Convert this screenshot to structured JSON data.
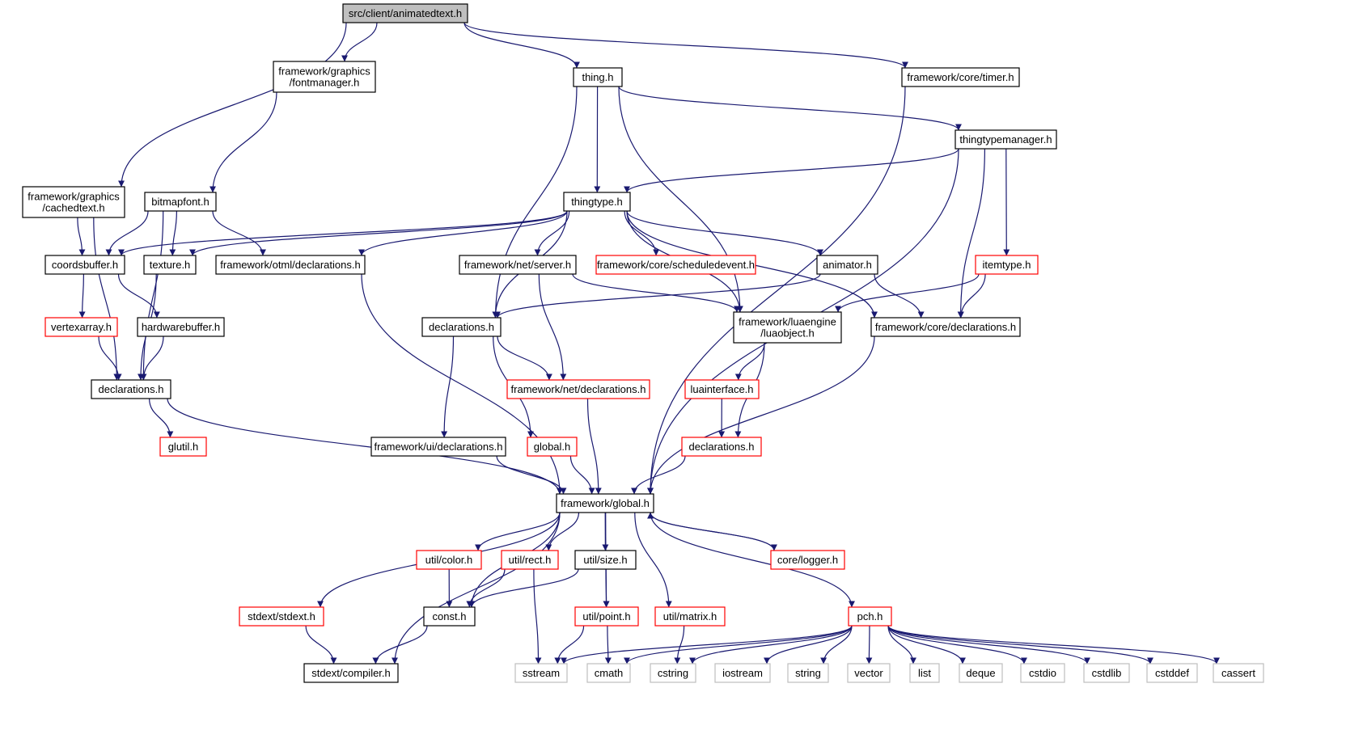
{
  "colors": {
    "edge": "#191970",
    "border_normal": "#000000",
    "border_truncated": "#ff0000",
    "border_external": "#bfbfbf",
    "fill_root": "#bfbfbf",
    "fill_normal": "#ffffff"
  },
  "nodes": {
    "animatedtext": {
      "lines": [
        "src/client/animatedtext.h"
      ],
      "kind": "root"
    },
    "fontmanager": {
      "lines": [
        "framework/graphics",
        "/fontmanager.h"
      ],
      "kind": "normal"
    },
    "thing": {
      "lines": [
        "thing.h"
      ],
      "kind": "normal"
    },
    "timer": {
      "lines": [
        "framework/core/timer.h"
      ],
      "kind": "normal"
    },
    "thingtypemanager": {
      "lines": [
        "thingtypemanager.h"
      ],
      "kind": "normal"
    },
    "cachedtext": {
      "lines": [
        "framework/graphics",
        "/cachedtext.h"
      ],
      "kind": "normal"
    },
    "bitmapfont": {
      "lines": [
        "bitmapfont.h"
      ],
      "kind": "normal"
    },
    "thingtype": {
      "lines": [
        "thingtype.h"
      ],
      "kind": "normal"
    },
    "coordsbuffer": {
      "lines": [
        "coordsbuffer.h"
      ],
      "kind": "normal"
    },
    "texture": {
      "lines": [
        "texture.h"
      ],
      "kind": "normal"
    },
    "otml_decl": {
      "lines": [
        "framework/otml/declarations.h"
      ],
      "kind": "normal"
    },
    "net_server": {
      "lines": [
        "framework/net/server.h"
      ],
      "kind": "normal"
    },
    "scheduledevent": {
      "lines": [
        "framework/core/scheduledevent.h"
      ],
      "kind": "truncated"
    },
    "animator": {
      "lines": [
        "animator.h"
      ],
      "kind": "normal"
    },
    "itemtype": {
      "lines": [
        "itemtype.h"
      ],
      "kind": "truncated"
    },
    "vertexarray": {
      "lines": [
        "vertexarray.h"
      ],
      "kind": "truncated"
    },
    "hardwarebuffer": {
      "lines": [
        "hardwarebuffer.h"
      ],
      "kind": "normal"
    },
    "decl_client": {
      "lines": [
        "declarations.h"
      ],
      "kind": "normal"
    },
    "luaobject": {
      "lines": [
        "framework/luaengine",
        "/luaobject.h"
      ],
      "kind": "normal"
    },
    "core_decl": {
      "lines": [
        "framework/core/declarations.h"
      ],
      "kind": "normal"
    },
    "decl_graphics": {
      "lines": [
        "declarations.h"
      ],
      "kind": "normal"
    },
    "net_decl": {
      "lines": [
        "framework/net/declarations.h"
      ],
      "kind": "truncated"
    },
    "luainterface": {
      "lines": [
        "luainterface.h"
      ],
      "kind": "truncated"
    },
    "glutil": {
      "lines": [
        "glutil.h"
      ],
      "kind": "truncated"
    },
    "ui_decl": {
      "lines": [
        "framework/ui/declarations.h"
      ],
      "kind": "normal"
    },
    "global_h": {
      "lines": [
        "global.h"
      ],
      "kind": "truncated"
    },
    "decl_lua": {
      "lines": [
        "declarations.h"
      ],
      "kind": "truncated"
    },
    "fw_global": {
      "lines": [
        "framework/global.h"
      ],
      "kind": "normal"
    },
    "color": {
      "lines": [
        "util/color.h"
      ],
      "kind": "truncated"
    },
    "rect": {
      "lines": [
        "util/rect.h"
      ],
      "kind": "truncated"
    },
    "size": {
      "lines": [
        "util/size.h"
      ],
      "kind": "normal"
    },
    "logger": {
      "lines": [
        "core/logger.h"
      ],
      "kind": "truncated"
    },
    "stdext": {
      "lines": [
        "stdext/stdext.h"
      ],
      "kind": "truncated"
    },
    "const_h": {
      "lines": [
        "const.h"
      ],
      "kind": "normal"
    },
    "point": {
      "lines": [
        "util/point.h"
      ],
      "kind": "truncated"
    },
    "matrix": {
      "lines": [
        "util/matrix.h"
      ],
      "kind": "truncated"
    },
    "pch": {
      "lines": [
        "pch.h"
      ],
      "kind": "truncated"
    },
    "compiler": {
      "lines": [
        "stdext/compiler.h"
      ],
      "kind": "normal"
    },
    "sstream": {
      "lines": [
        "sstream"
      ],
      "kind": "external"
    },
    "cmath": {
      "lines": [
        "cmath"
      ],
      "kind": "external"
    },
    "cstring": {
      "lines": [
        "cstring"
      ],
      "kind": "external"
    },
    "iostream": {
      "lines": [
        "iostream"
      ],
      "kind": "external"
    },
    "string": {
      "lines": [
        "string"
      ],
      "kind": "external"
    },
    "vector": {
      "lines": [
        "vector"
      ],
      "kind": "external"
    },
    "list": {
      "lines": [
        "list"
      ],
      "kind": "external"
    },
    "deque": {
      "lines": [
        "deque"
      ],
      "kind": "external"
    },
    "cstdio": {
      "lines": [
        "cstdio"
      ],
      "kind": "external"
    },
    "cstdlib": {
      "lines": [
        "cstdlib"
      ],
      "kind": "external"
    },
    "cstddef": {
      "lines": [
        "cstddef"
      ],
      "kind": "external"
    },
    "cassert": {
      "lines": [
        "cassert"
      ],
      "kind": "external"
    }
  },
  "edges": [
    [
      "animatedtext",
      "fontmanager"
    ],
    [
      "animatedtext",
      "thing"
    ],
    [
      "animatedtext",
      "timer"
    ],
    [
      "animatedtext",
      "cachedtext"
    ],
    [
      "fontmanager",
      "bitmapfont"
    ],
    [
      "thing",
      "thingtypemanager"
    ],
    [
      "thing",
      "thingtype"
    ],
    [
      "thing",
      "decl_client"
    ],
    [
      "thing",
      "luaobject"
    ],
    [
      "timer",
      "fw_global"
    ],
    [
      "thingtypemanager",
      "thingtype"
    ],
    [
      "thingtypemanager",
      "itemtype"
    ],
    [
      "thingtypemanager",
      "core_decl"
    ],
    [
      "thingtypemanager",
      "fw_global"
    ],
    [
      "cachedtext",
      "coordsbuffer"
    ],
    [
      "cachedtext",
      "decl_graphics"
    ],
    [
      "bitmapfont",
      "coordsbuffer"
    ],
    [
      "bitmapfont",
      "texture"
    ],
    [
      "bitmapfont",
      "otml_decl"
    ],
    [
      "bitmapfont",
      "decl_graphics"
    ],
    [
      "thingtype",
      "coordsbuffer"
    ],
    [
      "thingtype",
      "texture"
    ],
    [
      "thingtype",
      "otml_decl"
    ],
    [
      "thingtype",
      "net_server"
    ],
    [
      "thingtype",
      "scheduledevent"
    ],
    [
      "thingtype",
      "animator"
    ],
    [
      "thingtype",
      "decl_client"
    ],
    [
      "thingtype",
      "luaobject"
    ],
    [
      "thingtype",
      "core_decl"
    ],
    [
      "coordsbuffer",
      "vertexarray"
    ],
    [
      "coordsbuffer",
      "hardwarebuffer"
    ],
    [
      "texture",
      "decl_graphics"
    ],
    [
      "otml_decl",
      "fw_global"
    ],
    [
      "net_server",
      "net_decl"
    ],
    [
      "net_server",
      "luaobject"
    ],
    [
      "animator",
      "decl_client"
    ],
    [
      "animator",
      "core_decl"
    ],
    [
      "itemtype",
      "luaobject"
    ],
    [
      "itemtype",
      "core_decl"
    ],
    [
      "vertexarray",
      "decl_graphics"
    ],
    [
      "hardwarebuffer",
      "decl_graphics"
    ],
    [
      "decl_client",
      "net_decl"
    ],
    [
      "decl_client",
      "ui_decl"
    ],
    [
      "decl_client",
      "global_h"
    ],
    [
      "luaobject",
      "luainterface"
    ],
    [
      "luaobject",
      "decl_lua"
    ],
    [
      "core_decl",
      "fw_global"
    ],
    [
      "decl_graphics",
      "glutil"
    ],
    [
      "decl_graphics",
      "fw_global"
    ],
    [
      "net_decl",
      "fw_global"
    ],
    [
      "luainterface",
      "decl_lua"
    ],
    [
      "ui_decl",
      "fw_global"
    ],
    [
      "global_h",
      "fw_global"
    ],
    [
      "decl_lua",
      "fw_global"
    ],
    [
      "fw_global",
      "color"
    ],
    [
      "fw_global",
      "rect"
    ],
    [
      "fw_global",
      "size"
    ],
    [
      "fw_global",
      "logger"
    ],
    [
      "fw_global",
      "stdext"
    ],
    [
      "fw_global",
      "const_h"
    ],
    [
      "fw_global",
      "point"
    ],
    [
      "fw_global",
      "matrix"
    ],
    [
      "fw_global",
      "pch"
    ],
    [
      "fw_global",
      "compiler"
    ],
    [
      "logger",
      "fw_global"
    ],
    [
      "color",
      "const_h"
    ],
    [
      "rect",
      "const_h"
    ],
    [
      "rect",
      "sstream"
    ],
    [
      "size",
      "const_h"
    ],
    [
      "size",
      "point"
    ],
    [
      "point",
      "sstream"
    ],
    [
      "point",
      "cmath"
    ],
    [
      "matrix",
      "cstring"
    ],
    [
      "stdext",
      "compiler"
    ],
    [
      "const_h",
      "compiler"
    ],
    [
      "pch",
      "sstream"
    ],
    [
      "pch",
      "cmath"
    ],
    [
      "pch",
      "cstring"
    ],
    [
      "pch",
      "iostream"
    ],
    [
      "pch",
      "string"
    ],
    [
      "pch",
      "vector"
    ],
    [
      "pch",
      "list"
    ],
    [
      "pch",
      "deque"
    ],
    [
      "pch",
      "cstdio"
    ],
    [
      "pch",
      "cstdlib"
    ],
    [
      "pch",
      "cstddef"
    ],
    [
      "pch",
      "cassert"
    ]
  ]
}
